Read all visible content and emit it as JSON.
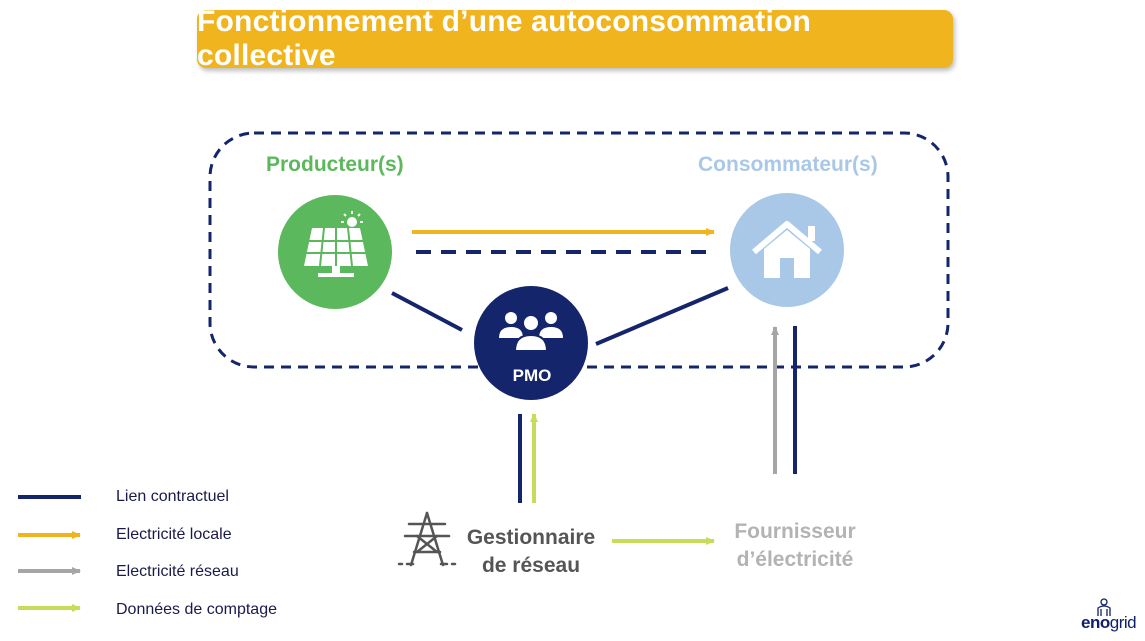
{
  "title": "Fonctionnement d’une autoconsommation collective",
  "nodes": {
    "producer": {
      "label": "Producteur(s)",
      "icon": "solar-panel-icon",
      "color": "#5cb85c"
    },
    "consumer": {
      "label": "Consommateur(s)",
      "icon": "house-icon",
      "color": "#a9c8e8"
    },
    "pmo": {
      "label": "PMO",
      "icon": "people-group-icon",
      "color": "#14256b"
    },
    "gestionnaire": {
      "label_line1": "Gestionnaire",
      "label_line2": "de réseau",
      "icon": "power-pylon-icon"
    },
    "fournisseur": {
      "label_line1": "Fournisseur",
      "label_line2": "d’électricité"
    }
  },
  "legend": [
    {
      "label": "Lien contractuel",
      "style": "line",
      "color": "#14256b"
    },
    {
      "label": "Electricité locale",
      "style": "arrow",
      "color": "#f0b51e"
    },
    {
      "label": "Electricité réseau",
      "style": "arrow",
      "color": "#a6a6a6"
    },
    {
      "label": "Données de comptage",
      "style": "arrow",
      "color": "#c8dc5a"
    }
  ],
  "colors": {
    "banner": "#f0b51e",
    "contractual": "#14256b",
    "local_electricity": "#f0b51e",
    "grid_electricity": "#a6a6a6",
    "metering_data": "#c8dc5a"
  },
  "logo": {
    "part1": "eno",
    "part2": "grid"
  }
}
